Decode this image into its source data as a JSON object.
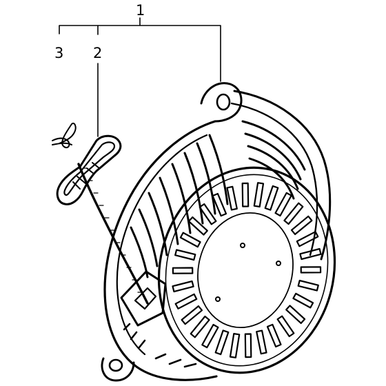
{
  "callouts": {
    "c1": "1",
    "c2": "2",
    "c3": "3"
  },
  "colors": {
    "ink": "#000000",
    "paper": "#ffffff"
  },
  "parts": [
    {
      "number": "1",
      "part": "recoil-starter-assembly"
    },
    {
      "number": "2",
      "part": "starter-grip"
    },
    {
      "number": "3",
      "part": "starter-rope"
    }
  ]
}
